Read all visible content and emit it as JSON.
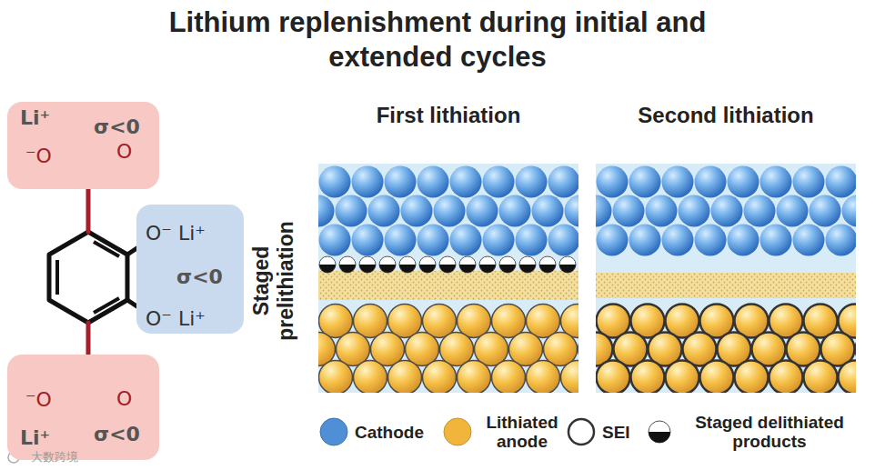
{
  "diagram": {
    "title": "Lithium replenishment during initial and extended cycles",
    "nodes": [
      {
        "text": [
          "Li⁺",
          "σ<0",
          "⁻O",
          "O"
        ]
      },
      {
        "text": [
          "O⁻ Li⁺",
          "σ<0",
          "O⁻ Li⁺"
        ]
      },
      {
        "text": [
          "⁻O",
          "O",
          "Li⁺",
          "σ<0"
        ]
      },
      {
        "text": [
          "First lithiation"
        ]
      },
      {
        "text": [
          "Second lithiation"
        ]
      }
    ],
    "labels": [
      "Staged prelithiation",
      "大数跨境"
    ],
    "legend": [
      {
        "text": "Cathode",
        "color": "#4f8fd6"
      },
      {
        "text": "Lithiated anode",
        "color": "#f2b53c"
      },
      {
        "text": "SEI"
      },
      {
        "text": "Staged delithiated products"
      }
    ]
  }
}
